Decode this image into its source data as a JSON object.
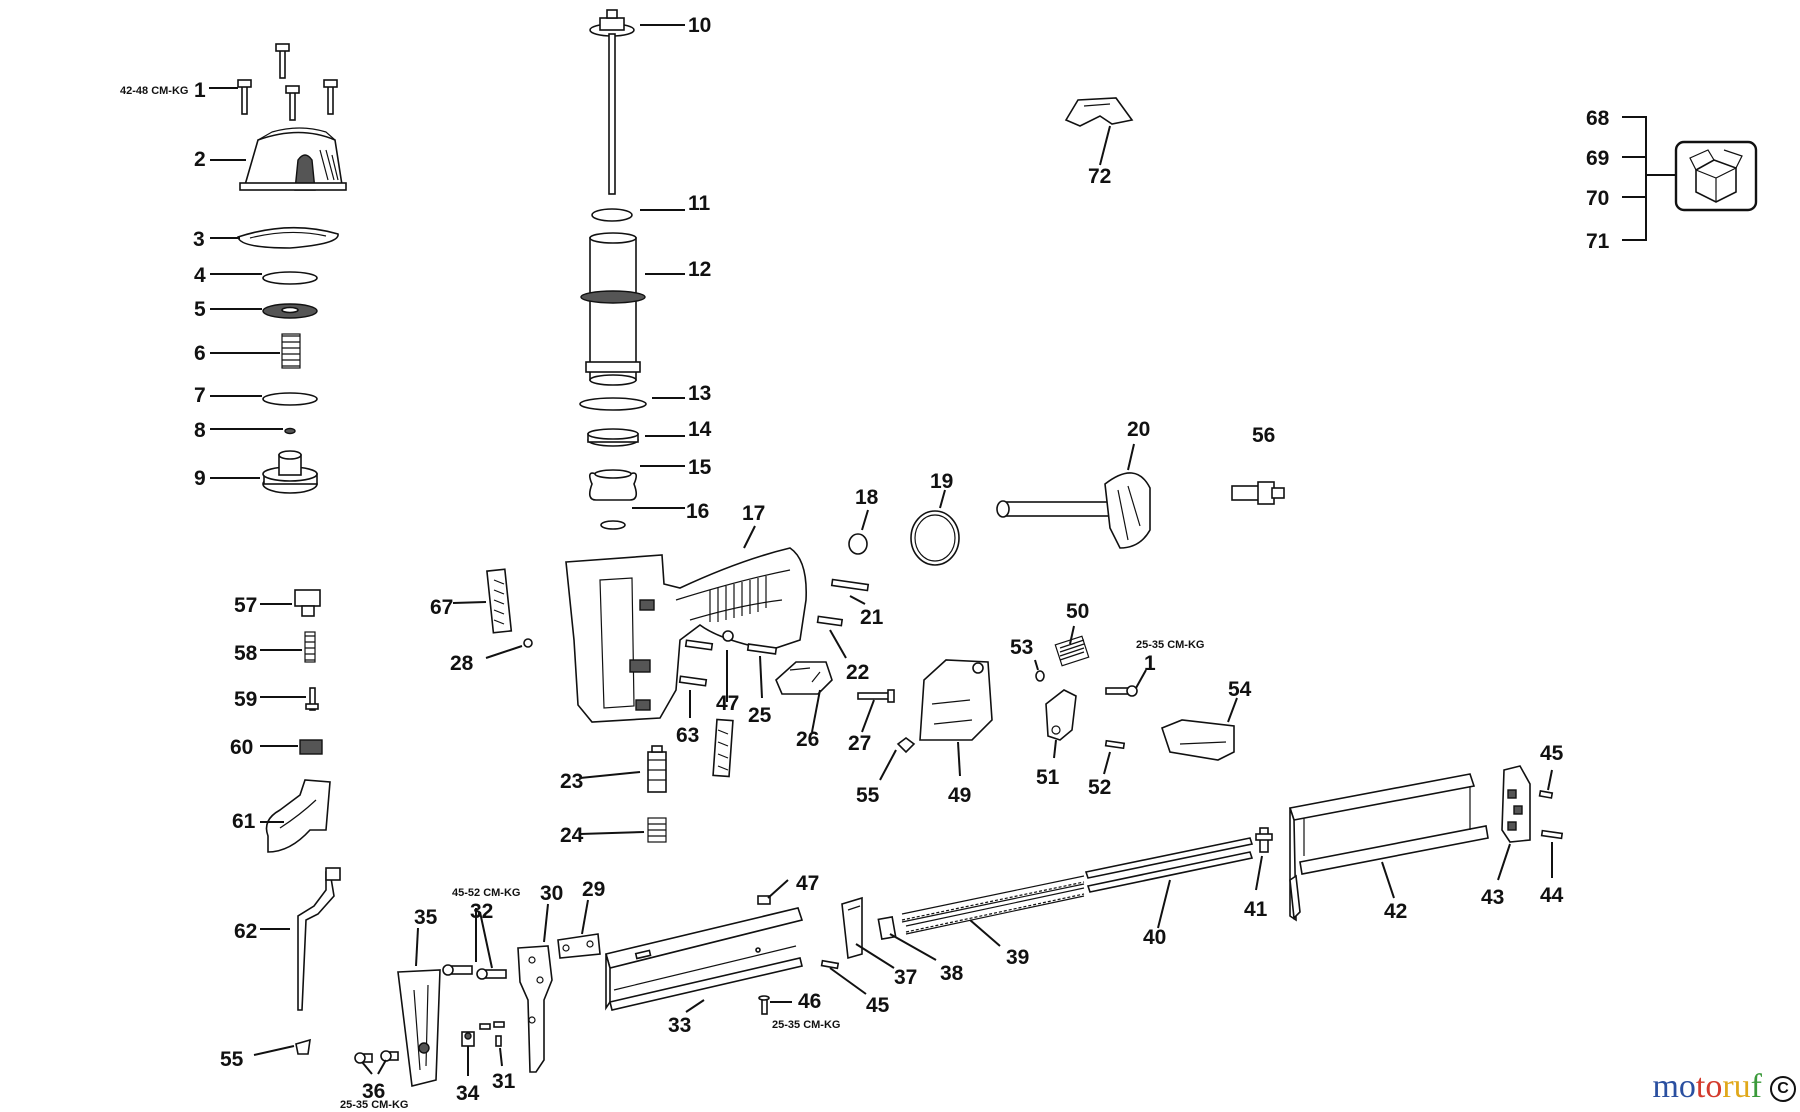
{
  "labels": {
    "p1a": "1",
    "p2": "2",
    "p3": "3",
    "p4": "4",
    "p5": "5",
    "p6": "6",
    "p7": "7",
    "p8": "8",
    "p9": "9",
    "p10": "10",
    "p11": "11",
    "p12": "12",
    "p13": "13",
    "p14": "14",
    "p15": "15",
    "p16": "16",
    "p17": "17",
    "p18": "18",
    "p19": "19",
    "p20": "20",
    "p21": "21",
    "p22": "22",
    "p23": "23",
    "p24": "24",
    "p25": "25",
    "p26": "26",
    "p27": "27",
    "p28": "28",
    "p29": "29",
    "p30": "30",
    "p31": "31",
    "p32": "32",
    "p33": "33",
    "p34": "34",
    "p35": "35",
    "p36": "36",
    "p37": "37",
    "p38": "38",
    "p39": "39",
    "p40": "40",
    "p41": "41",
    "p42": "42",
    "p43": "43",
    "p44": "44",
    "p45a": "45",
    "p45b": "45",
    "p46": "46",
    "p47a": "47",
    "p47b": "47",
    "p49": "49",
    "p50": "50",
    "p51": "51",
    "p52": "52",
    "p53": "53",
    "p54": "54",
    "p55a": "55",
    "p55b": "55",
    "p56": "56",
    "p57": "57",
    "p58": "58",
    "p59": "59",
    "p60": "60",
    "p61": "61",
    "p62": "62",
    "p63": "63",
    "p67": "67",
    "p68": "68",
    "p69": "69",
    "p70": "70",
    "p71": "71",
    "p72": "72",
    "p1b": "1"
  },
  "notes": {
    "n1": "42-48 CM-KG",
    "n2": "25-35 CM-KG",
    "n3": "45-52 CM-KG",
    "n4": "25-35 CM-KG",
    "n5": "25-35 CM-KG"
  },
  "watermark": {
    "m1": "mo",
    "m2": "to",
    "m3": "ru",
    "m4": "f",
    "copyright": "C"
  }
}
